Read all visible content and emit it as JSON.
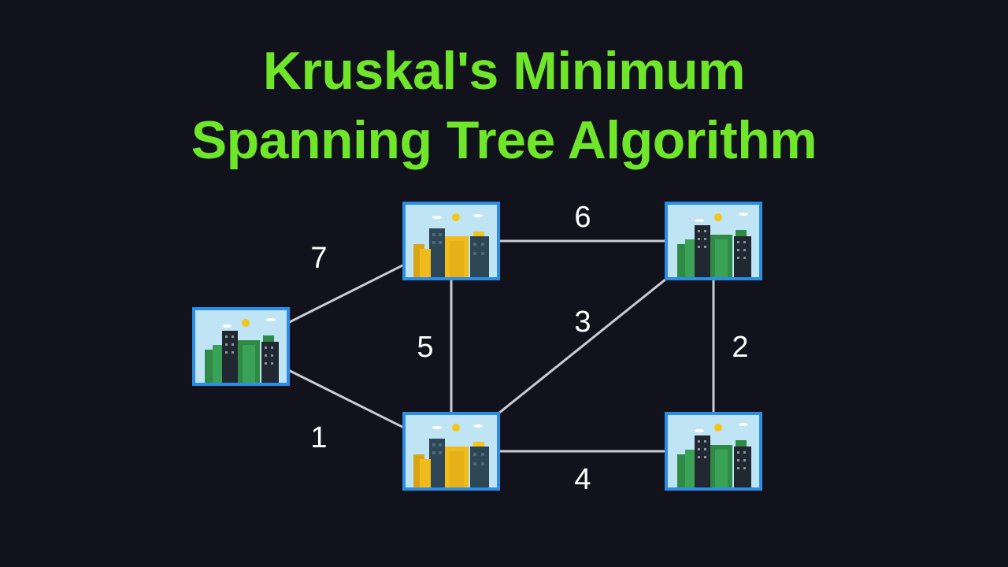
{
  "title": {
    "line1": "Kruskal's Minimum",
    "line2": "Spanning Tree Algorithm"
  },
  "colors": {
    "background": "#11121b",
    "title": "#6fe62a",
    "edge": "#c9ccd3",
    "node_border": "#2b8de6",
    "weight_text": "#ffffff"
  },
  "graph": {
    "nodes": [
      {
        "id": "left",
        "style": "green",
        "icon": "city-buildings-icon"
      },
      {
        "id": "top-middle",
        "style": "yellow",
        "icon": "city-buildings-icon"
      },
      {
        "id": "top-right",
        "style": "green",
        "icon": "city-buildings-icon"
      },
      {
        "id": "bottom-middle",
        "style": "yellow",
        "icon": "city-buildings-icon"
      },
      {
        "id": "bottom-right",
        "style": "green",
        "icon": "city-buildings-icon"
      }
    ],
    "edges": [
      {
        "from": "left",
        "to": "top-middle",
        "weight": "7"
      },
      {
        "from": "left",
        "to": "bottom-middle",
        "weight": "1"
      },
      {
        "from": "top-middle",
        "to": "top-right",
        "weight": "6"
      },
      {
        "from": "top-middle",
        "to": "bottom-middle",
        "weight": "5"
      },
      {
        "from": "bottom-middle",
        "to": "top-right",
        "weight": "3"
      },
      {
        "from": "top-right",
        "to": "bottom-right",
        "weight": "2"
      },
      {
        "from": "bottom-middle",
        "to": "bottom-right",
        "weight": "4"
      }
    ]
  }
}
